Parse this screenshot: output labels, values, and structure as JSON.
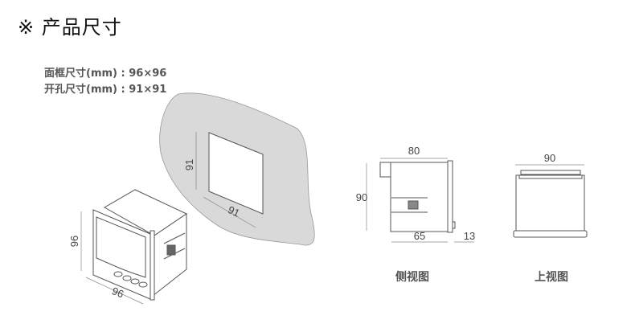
{
  "header": {
    "title": "※ 产品尺寸"
  },
  "specs": {
    "panel_size": "面框尺寸(mm) : 96×96",
    "cutout_size": "开孔尺寸(mm) : 91×91"
  },
  "perspective": {
    "height_label": "96",
    "width_label": "96"
  },
  "cutout": {
    "height_label": "91",
    "width_label": "91"
  },
  "side_view": {
    "caption": "侧视图",
    "depth_total": "80",
    "height": "90",
    "body_depth": "65",
    "front_thickness": "13"
  },
  "top_view": {
    "caption": "上视图",
    "width": "90"
  },
  "colors": {
    "panel_fill": "#d9d9d9",
    "line": "#666666"
  }
}
